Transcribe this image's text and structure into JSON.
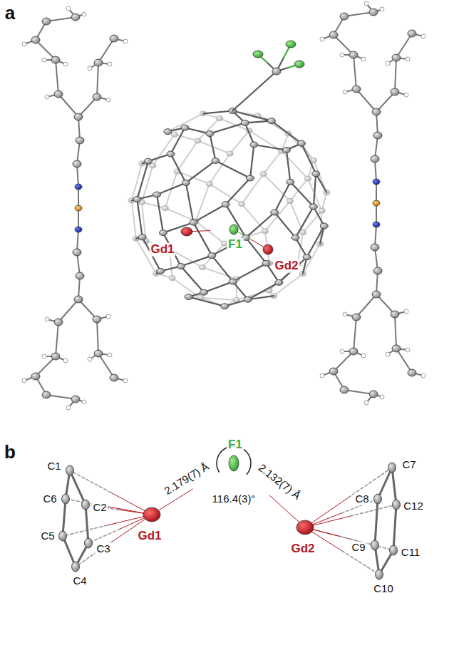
{
  "diagram": {
    "labels": [
      "a",
      "Gd1",
      "F1",
      "Gd2",
      "b",
      "C1",
      "C6",
      "C2",
      "C5",
      "C3",
      "C4",
      "2.179(7) Å",
      "F1",
      "116.4(3)°",
      "2.132(7) Å",
      "Gd1",
      "Gd2",
      "C7",
      "C8",
      "C12",
      "C9",
      "C11",
      "C10"
    ]
  }
}
